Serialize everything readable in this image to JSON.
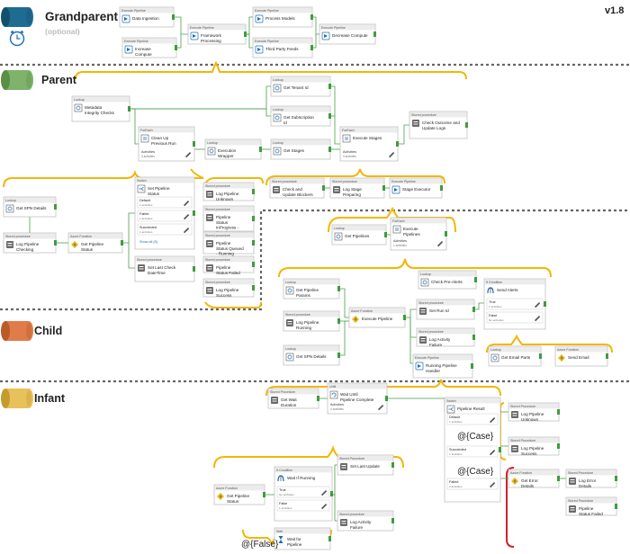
{
  "version": "v1.8",
  "levels": [
    {
      "id": "grandparent",
      "label": "Grandparent",
      "sublabel": "(optional)",
      "color": "#1f6c93",
      "dark": "#14506d"
    },
    {
      "id": "parent",
      "label": "Parent",
      "sublabel": "",
      "color": "#7fb26a",
      "dark": "#5b8f47"
    },
    {
      "id": "child",
      "label": "Child",
      "sublabel": "",
      "color": "#e07c4a",
      "dark": "#b95a2b"
    },
    {
      "id": "infant",
      "label": "Infant",
      "sublabel": "",
      "color": "#e8c15a",
      "dark": "#c59b2e"
    }
  ],
  "annotations": {
    "case1": "@{Case}",
    "case2": "@{Case}",
    "false": "@{False}"
  },
  "nodes": [
    {
      "id": "g_ingest",
      "header": "Execute Pipeline",
      "title": "Data Ingestion",
      "icon": "pipeline"
    },
    {
      "id": "g_increase",
      "header": "Execute Pipeline",
      "title": "Increase Compute",
      "icon": "pipeline"
    },
    {
      "id": "g_framework",
      "header": "Execute Pipeline",
      "title": "Framework Processing",
      "icon": "pipeline"
    },
    {
      "id": "g_models",
      "header": "Execute Pipeline",
      "title": "Process Models",
      "icon": "pipeline"
    },
    {
      "id": "g_thirdparty",
      "header": "Execute Pipeline",
      "title": "Third Party Feeds",
      "icon": "pipeline"
    },
    {
      "id": "g_decrease",
      "header": "Execute Pipeline",
      "title": "Decrease Compute",
      "icon": "pipeline"
    },
    {
      "id": "p_metadata",
      "header": "Lookup",
      "title": "Metadata Integrity Checks",
      "icon": "lookup"
    },
    {
      "id": "p_tenant",
      "header": "Lookup",
      "title": "Get Tenant Id",
      "icon": "lookup"
    },
    {
      "id": "p_subscription",
      "header": "Lookup",
      "title": "Get Subscription Id",
      "icon": "lookup"
    },
    {
      "id": "p_cleanup",
      "header": "ForEach",
      "title": "Clean Up Previous Run",
      "icon": "foreach",
      "sub": "Activities",
      "subsub": "3 activities"
    },
    {
      "id": "p_execwrapper",
      "header": "Lookup",
      "title": "Execution Wrapper",
      "icon": "lookup"
    },
    {
      "id": "p_getstages",
      "header": "Lookup",
      "title": "Get Stages",
      "icon": "lookup"
    },
    {
      "id": "p_execstages",
      "header": "ForEach",
      "title": "Execute Stages",
      "icon": "foreach",
      "sub": "Activities",
      "subsub": "3 activities"
    },
    {
      "id": "p_checkoutcome",
      "header": "Stored procedure",
      "title": "Check Outcome and Update Logs",
      "icon": "sp"
    },
    {
      "id": "p_spn",
      "header": "Lookup",
      "title": "Get SPN Details",
      "icon": "lookup"
    },
    {
      "id": "p_logchecking",
      "header": "Stored procedure",
      "title": "Log Pipeline Checking",
      "icon": "sp"
    },
    {
      "id": "p_getstatus",
      "header": "Azure Function",
      "title": "Get Pipeline Status",
      "icon": "func"
    },
    {
      "id": "p_setstatus",
      "header": "Switch",
      "title": "Set Pipeline Status",
      "icon": "switch"
    },
    {
      "id": "p_lastcheck",
      "header": "Stored procedure",
      "title": "Set Last Check DateTime",
      "icon": "sp"
    },
    {
      "id": "p_logunknown",
      "header": "Stored procedure",
      "title": "Log Pipeline Unknown",
      "icon": "sp"
    },
    {
      "id": "p_inprogress",
      "header": "Stored procedure",
      "title": "Pipeline Status InProgress - Running",
      "icon": "sp"
    },
    {
      "id": "p_queued",
      "header": "Stored procedure",
      "title": "Pipeline Status Queued - Running",
      "icon": "sp"
    },
    {
      "id": "p_failed",
      "header": "Stored procedure",
      "title": "Pipeline Status Failed",
      "icon": "sp"
    },
    {
      "id": "p_logsuccess",
      "header": "Stored procedure",
      "title": "Log Pipeline Success",
      "icon": "sp"
    },
    {
      "id": "p_checkblockers",
      "header": "Stored procedure",
      "title": "Check and Update Blockers",
      "icon": "sp"
    },
    {
      "id": "p_logstage",
      "header": "Stored procedure",
      "title": "Log Stage Preparing",
      "icon": "sp"
    },
    {
      "id": "p_stageexec",
      "header": "Execute Pipeline",
      "title": "Stage Executor",
      "icon": "pipeline"
    },
    {
      "id": "c_getpipelines",
      "header": "Lookup",
      "title": "Get Pipelines",
      "icon": "lookup"
    },
    {
      "id": "c_execpipelines",
      "header": "ForEach",
      "title": "Execute Pipelines",
      "icon": "foreach",
      "sub": "Activities",
      "subsub": "1 activities"
    },
    {
      "id": "c_params",
      "header": "Lookup",
      "title": "Get Pipeline Params",
      "icon": "lookup"
    },
    {
      "id": "c_logrunning",
      "header": "Stored procedure",
      "title": "Log Pipeline Running",
      "icon": "sp"
    },
    {
      "id": "c_getspn",
      "header": "Lookup",
      "title": "Get SPN Details",
      "icon": "lookup"
    },
    {
      "id": "c_execpipeline",
      "header": "Azure Function",
      "title": "Execute Pipeline",
      "icon": "func"
    },
    {
      "id": "c_checkprealerts",
      "header": "Lookup",
      "title": "Check Pre-Alerts",
      "icon": "lookup"
    },
    {
      "id": "c_setrunid",
      "header": "Stored procedure",
      "title": "Set Run Id",
      "icon": "sp"
    },
    {
      "id": "c_logfailure",
      "header": "Stored procedure",
      "title": "Log Activity Failure",
      "icon": "sp"
    },
    {
      "id": "c_handler",
      "header": "Execute Pipeline",
      "title": "Running Pipeline Handler",
      "icon": "pipeline"
    },
    {
      "id": "c_sendalerts",
      "header": "If Condition",
      "title": "Send Alerts",
      "icon": "if"
    },
    {
      "id": "c_emailparts",
      "header": "Lookup",
      "title": "Get Email Parts",
      "icon": "lookup"
    },
    {
      "id": "c_sendemail",
      "header": "Azure Function",
      "title": "Send Email",
      "icon": "func"
    },
    {
      "id": "i_waitduration",
      "header": "Stored Procedure",
      "title": "Get Wait Duration",
      "icon": "sp"
    },
    {
      "id": "i_waituntil",
      "header": "Until",
      "title": "Wait Until Pipeline Complete",
      "icon": "until",
      "sub": "Activities",
      "subsub": "4 activities"
    },
    {
      "id": "i_result",
      "header": "Switch",
      "title": "Pipeline Result",
      "icon": "switch"
    },
    {
      "id": "i_logunknown",
      "header": "Stored Procedure",
      "title": "Log Pipeline Unknown",
      "icon": "sp"
    },
    {
      "id": "i_logsuccess",
      "header": "Stored Procedure",
      "title": "Log Pipeline Success",
      "icon": "sp"
    },
    {
      "id": "i_errordetails",
      "header": "Azure Function",
      "title": "Get Error Details",
      "icon": "func"
    },
    {
      "id": "i_logerrors",
      "header": "Stored Procedure",
      "title": "Log Error Details",
      "icon": "sp"
    },
    {
      "id": "i_statusfailed",
      "header": "Stored Procedure",
      "title": "Pipeline Status Failed",
      "icon": "sp"
    },
    {
      "id": "i_getstatus",
      "header": "Azure Function",
      "title": "Get Pipeline Status",
      "icon": "func"
    },
    {
      "id": "i_waitrunning",
      "header": "If Condition",
      "title": "Wait If Running",
      "icon": "if"
    },
    {
      "id": "i_lastupdate",
      "header": "Stored Procedure",
      "title": "Set Last Update",
      "icon": "sp"
    },
    {
      "id": "i_logfailure",
      "header": "Stored procedure",
      "title": "Log Activity Failure",
      "icon": "sp"
    },
    {
      "id": "i_waitpipeline",
      "header": "Wait",
      "title": "Wait for Pipeline",
      "icon": "wait"
    }
  ],
  "panels": {
    "p_setstatus": [
      {
        "label": "Default",
        "sub": "1 activities"
      },
      {
        "label": "Failed",
        "sub": "1 activities"
      },
      {
        "label": "Succeeded",
        "sub": "1 activities"
      },
      {
        "label": "Show all (5)",
        "link": true
      }
    ],
    "c_sendalerts": [
      {
        "label": "True",
        "sub": "1 activities"
      },
      {
        "label": "False",
        "sub": "No activities"
      }
    ],
    "i_result": [
      {
        "label": "Default",
        "sub": "1 activities"
      },
      {
        "label": "Succeeded",
        "sub": "1 activities"
      },
      {
        "label": "Failed",
        "sub": "2 activities"
      }
    ],
    "i_waitrunning": [
      {
        "label": "True",
        "sub": "No activities"
      },
      {
        "label": "False",
        "sub": "1 activities"
      }
    ]
  }
}
